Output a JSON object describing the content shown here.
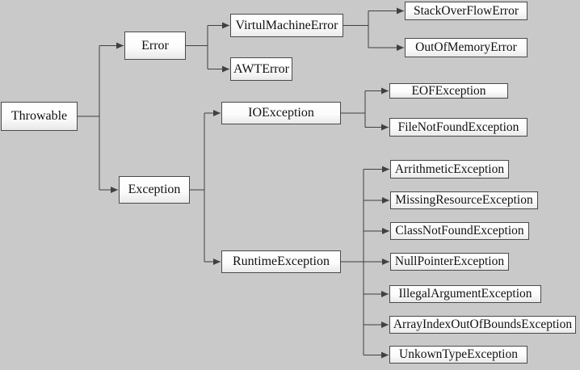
{
  "diagram": {
    "nodes": [
      {
        "id": "throwable",
        "label": "Throwable"
      },
      {
        "id": "error",
        "label": "Error"
      },
      {
        "id": "exception",
        "label": "Exception"
      },
      {
        "id": "virtual-machine-error",
        "label": "VirtulMachineError"
      },
      {
        "id": "awt-error",
        "label": "AWTError"
      },
      {
        "id": "io-exception",
        "label": "IOException"
      },
      {
        "id": "runtime-exception",
        "label": "RuntimeException"
      },
      {
        "id": "stack-overflow-error",
        "label": "StackOverFlowError"
      },
      {
        "id": "out-of-memory-error",
        "label": "OutOfMemoryError"
      },
      {
        "id": "eof-exception",
        "label": "EOFException"
      },
      {
        "id": "file-not-found-exception",
        "label": "FileNotFoundException"
      },
      {
        "id": "arrithmetic-exception",
        "label": "ArrithmeticException"
      },
      {
        "id": "missing-resource-exception",
        "label": "MissingResourceException"
      },
      {
        "id": "class-not-found-exception",
        "label": "ClassNotFoundException"
      },
      {
        "id": "null-pointer-exception",
        "label": "NullPointerException"
      },
      {
        "id": "illegal-argument-exception",
        "label": "IllegalArgumentException"
      },
      {
        "id": "array-index-out-of-bounds-exception",
        "label": "ArrayIndexOutOfBoundsException"
      },
      {
        "id": "unkown-type-exception",
        "label": "UnkownTypeException"
      }
    ],
    "edges": [
      {
        "from": "Throwable",
        "to": "Error"
      },
      {
        "from": "Throwable",
        "to": "Exception"
      },
      {
        "from": "Error",
        "to": "VirtulMachineError"
      },
      {
        "from": "Error",
        "to": "AWTError"
      },
      {
        "from": "VirtulMachineError",
        "to": "StackOverFlowError"
      },
      {
        "from": "VirtulMachineError",
        "to": "OutOfMemoryError"
      },
      {
        "from": "Exception",
        "to": "IOException"
      },
      {
        "from": "Exception",
        "to": "RuntimeException"
      },
      {
        "from": "IOException",
        "to": "EOFException"
      },
      {
        "from": "IOException",
        "to": "FileNotFoundException"
      },
      {
        "from": "RuntimeException",
        "to": "ArrithmeticException"
      },
      {
        "from": "RuntimeException",
        "to": "MissingResourceException"
      },
      {
        "from": "RuntimeException",
        "to": "ClassNotFoundException"
      },
      {
        "from": "RuntimeException",
        "to": "NullPointerException"
      },
      {
        "from": "RuntimeException",
        "to": "IllegalArgumentException"
      },
      {
        "from": "RuntimeException",
        "to": "ArrayIndexOutOfBoundsException"
      },
      {
        "from": "RuntimeException",
        "to": "UnkownTypeException"
      }
    ],
    "colors": {
      "background": "#c9c9c9",
      "box_fill_top": "#ffffff",
      "box_fill_bottom": "#e9e9e9",
      "box_border": "#4a4a4a",
      "line": "#404040",
      "text": "#111111"
    }
  }
}
